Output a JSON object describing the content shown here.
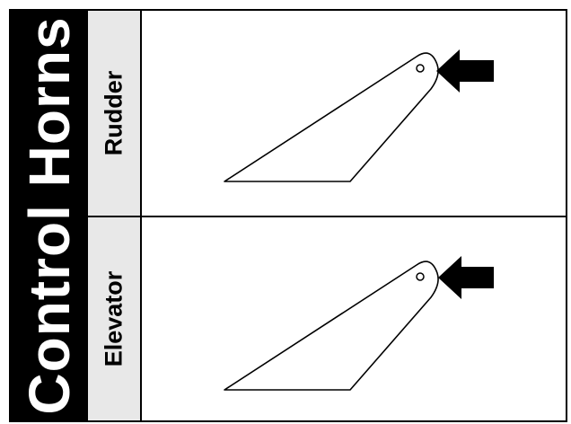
{
  "title": "Control Horns",
  "rows": [
    {
      "label": "Rudder"
    },
    {
      "label": "Elevator"
    }
  ],
  "colors": {
    "title_background": "#000000",
    "title_text": "#ffffff",
    "label_background": "#e8e8e8",
    "lines": "#000000"
  },
  "icons": {
    "horn": "control-horn-icon",
    "arrow": "arrow-left-icon"
  }
}
